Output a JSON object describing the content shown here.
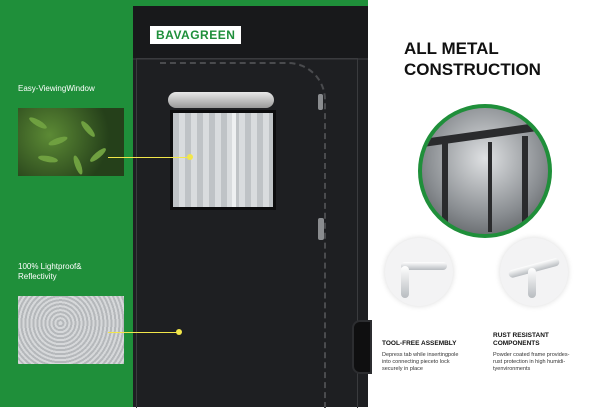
{
  "brand": "BAVAGREEN",
  "headline": {
    "line1": "ALL METAL",
    "line2": "CONSTRUCTION"
  },
  "features_left": [
    {
      "label": "Easy-ViewingWindow"
    },
    {
      "label_line1": "100% Lightproof&",
      "label_line2": "Reflectivity"
    }
  ],
  "features_bottom": [
    {
      "title": "TOOL-FREE ASSEMBLY",
      "body_line1": "Depress tab while insertingpole",
      "body_line2": "into connecting pieceto lock",
      "body_line3": "securely in place"
    },
    {
      "title_line1": "RUST RESISTANT",
      "title_line2": "COMPONENTS",
      "body_line1": "Powder coated frame provides-",
      "body_line2": "rust protection in high humidi-",
      "body_line3": "tyenvironments"
    }
  ],
  "colors": {
    "brand_green": "#1f8f3a",
    "tent_black": "#1e1f22",
    "callout_yellow": "#f2e64a"
  }
}
